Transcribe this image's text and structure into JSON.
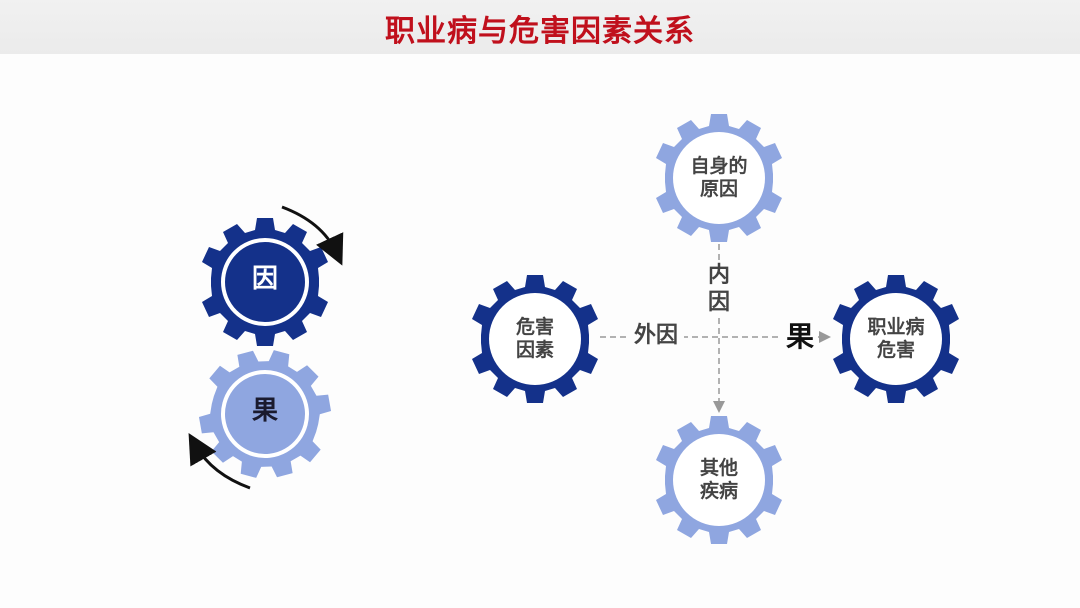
{
  "header": {
    "title": "职业病与危害因素关系"
  },
  "colors": {
    "title_red": "#c0101c",
    "dark_gear": "#14318a",
    "light_gear": "#8fa6e0",
    "text_dark": "#444444",
    "arrow_gray": "#999999"
  },
  "left_gears": {
    "cause": {
      "label": "因"
    },
    "effect": {
      "label": "果"
    }
  },
  "diagram": {
    "top_gear": {
      "line1": "自身的",
      "line2": "原因"
    },
    "left_gear": {
      "line1": "危害",
      "line2": "因素"
    },
    "right_gear": {
      "line1": "职业病",
      "line2": "危害"
    },
    "bottom_gear": {
      "line1": "其他",
      "line2": "疾病"
    },
    "external_cause_label": "外因",
    "internal_cause_line1": "内",
    "internal_cause_line2": "因",
    "effect_label": "果"
  }
}
